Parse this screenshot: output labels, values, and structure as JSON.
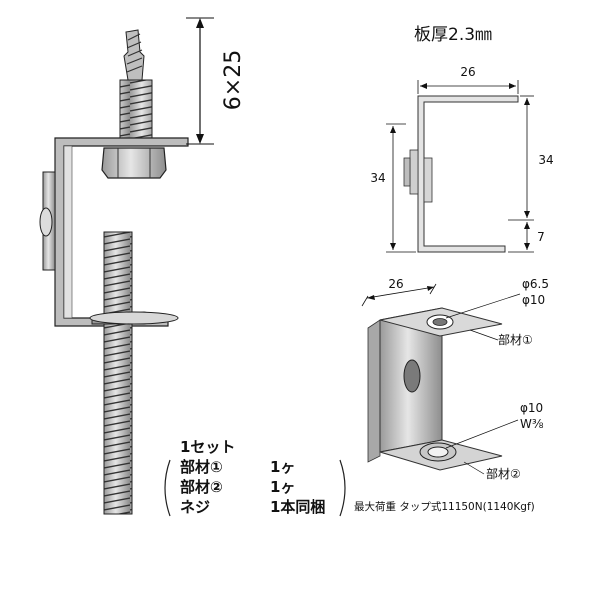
{
  "bolt": {
    "size": "6×25"
  },
  "plate": {
    "thickness": "板厚2.3㎜"
  },
  "dims": {
    "side_width": "26",
    "side_height_right": "34",
    "side_height_left": "34",
    "side_bottom": "7",
    "iso_width": "26",
    "hole_top_1": "φ6.5",
    "hole_top_2": "φ10",
    "hole_bot_1": "φ10",
    "hole_bot_2": "W⅜"
  },
  "parts": {
    "part1": "部材①",
    "part2": "部材②"
  },
  "set_list": {
    "title": "1セット",
    "rows": [
      {
        "name": "部材①",
        "qty": "1ヶ"
      },
      {
        "name": "部材②",
        "qty": "1ヶ"
      },
      {
        "name": "ネジ",
        "qty": "1本同梱"
      }
    ]
  },
  "load": "最大荷重 タップ式11150N(1140Kgf)"
}
